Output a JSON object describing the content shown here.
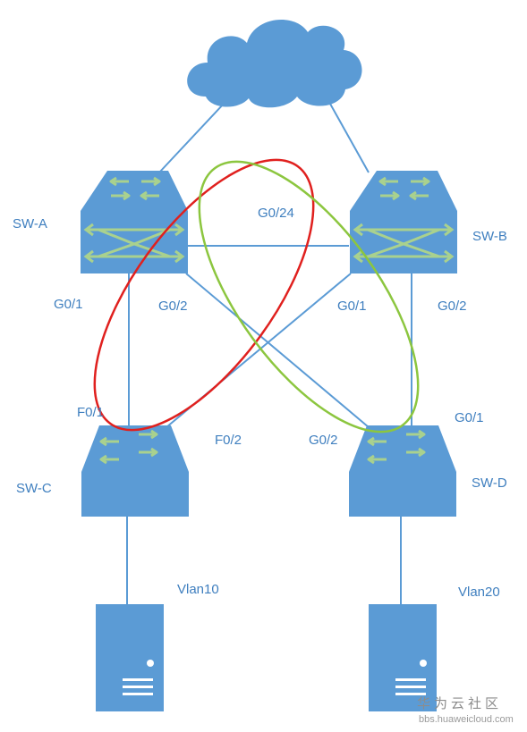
{
  "colors": {
    "device": "#5b9bd5",
    "device_dark": "#4a88c4",
    "arrows": "#a9d18e",
    "lines": "#5b9bd5",
    "loop_red": "#e0201e",
    "loop_green": "#8cc63f",
    "label": "#3f7fbf"
  },
  "devices": {
    "cloud": {
      "name": "",
      "icon": "cloud-icon"
    },
    "sw_a": {
      "name": "SW-A",
      "icon": "core-switch-icon"
    },
    "sw_b": {
      "name": "SW-B",
      "icon": "core-switch-icon"
    },
    "sw_c": {
      "name": "SW-C",
      "icon": "access-switch-icon"
    },
    "sw_d": {
      "name": "SW-D",
      "icon": "access-switch-icon"
    },
    "server_c": {
      "name": "Vlan10",
      "icon": "server-icon"
    },
    "server_d": {
      "name": "Vlan20",
      "icon": "server-icon"
    }
  },
  "ports": {
    "a_b": "G0/24",
    "a_g01": "G0/1",
    "a_g02": "G0/2",
    "b_g01": "G0/1",
    "b_g02": "G0/2",
    "c_f01": "F0/1",
    "c_f02": "F0/2",
    "d_g01": "G0/1",
    "d_g02": "G0/2"
  },
  "loops": [
    {
      "name": "red-loop",
      "color": "red"
    },
    {
      "name": "green-loop",
      "color": "green"
    }
  ],
  "watermark": {
    "brand": "华为云社区",
    "url": "bbs.huaweicloud.com"
  }
}
